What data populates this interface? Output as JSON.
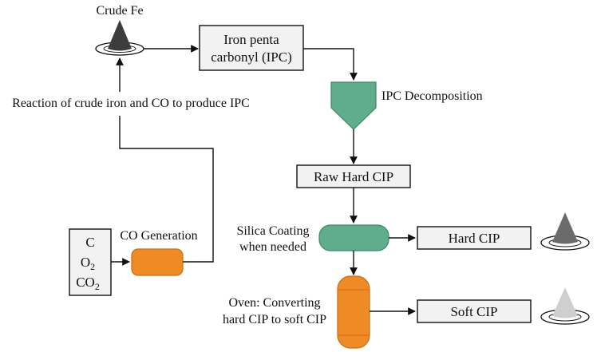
{
  "colors": {
    "green": "#5fad8c",
    "green_stroke": "#3f8766",
    "orange": "#ef8b25",
    "orange_stroke": "#c86e18",
    "box_fill": "#f2f2f2",
    "line": "#111111",
    "dark_cone": "#3d3d3d",
    "mid_cone": "#6b6b6b",
    "light_cone": "#cfcfcf"
  },
  "labels": {
    "crude_fe": "Crude Fe",
    "reaction": "Reaction of crude iron and CO to produce IPC",
    "ipc_line1": "Iron penta",
    "ipc_line2": "carbonyl (IPC)",
    "ipc_decomposition": "IPC Decomposition",
    "raw_hard_cip": "Raw Hard CIP",
    "silica_line1": "Silica Coating",
    "silica_line2": "when needed",
    "hard_cip": "Hard CIP",
    "oven_line1": "Oven: Converting",
    "oven_line2": "hard CIP to soft CIP",
    "soft_cip": "Soft CIP",
    "co_generation": "CO Generation",
    "gas_c": "C",
    "gas_o": "O",
    "gas_co": "CO",
    "sub_2a": "2",
    "sub_2b": "2"
  },
  "icons": {
    "crude_fe_icon": "dark-cone-on-dish-icon",
    "hard_cip_icon": "gray-cone-on-dish-icon",
    "soft_cip_icon": "light-cone-on-dish-icon",
    "hopper_icon": "green-hopper-icon",
    "coating_vessel_icon": "green-capsule-vessel-icon",
    "oven_icon": "orange-oven-vessel-icon",
    "co_generator_icon": "orange-reactor-icon"
  }
}
